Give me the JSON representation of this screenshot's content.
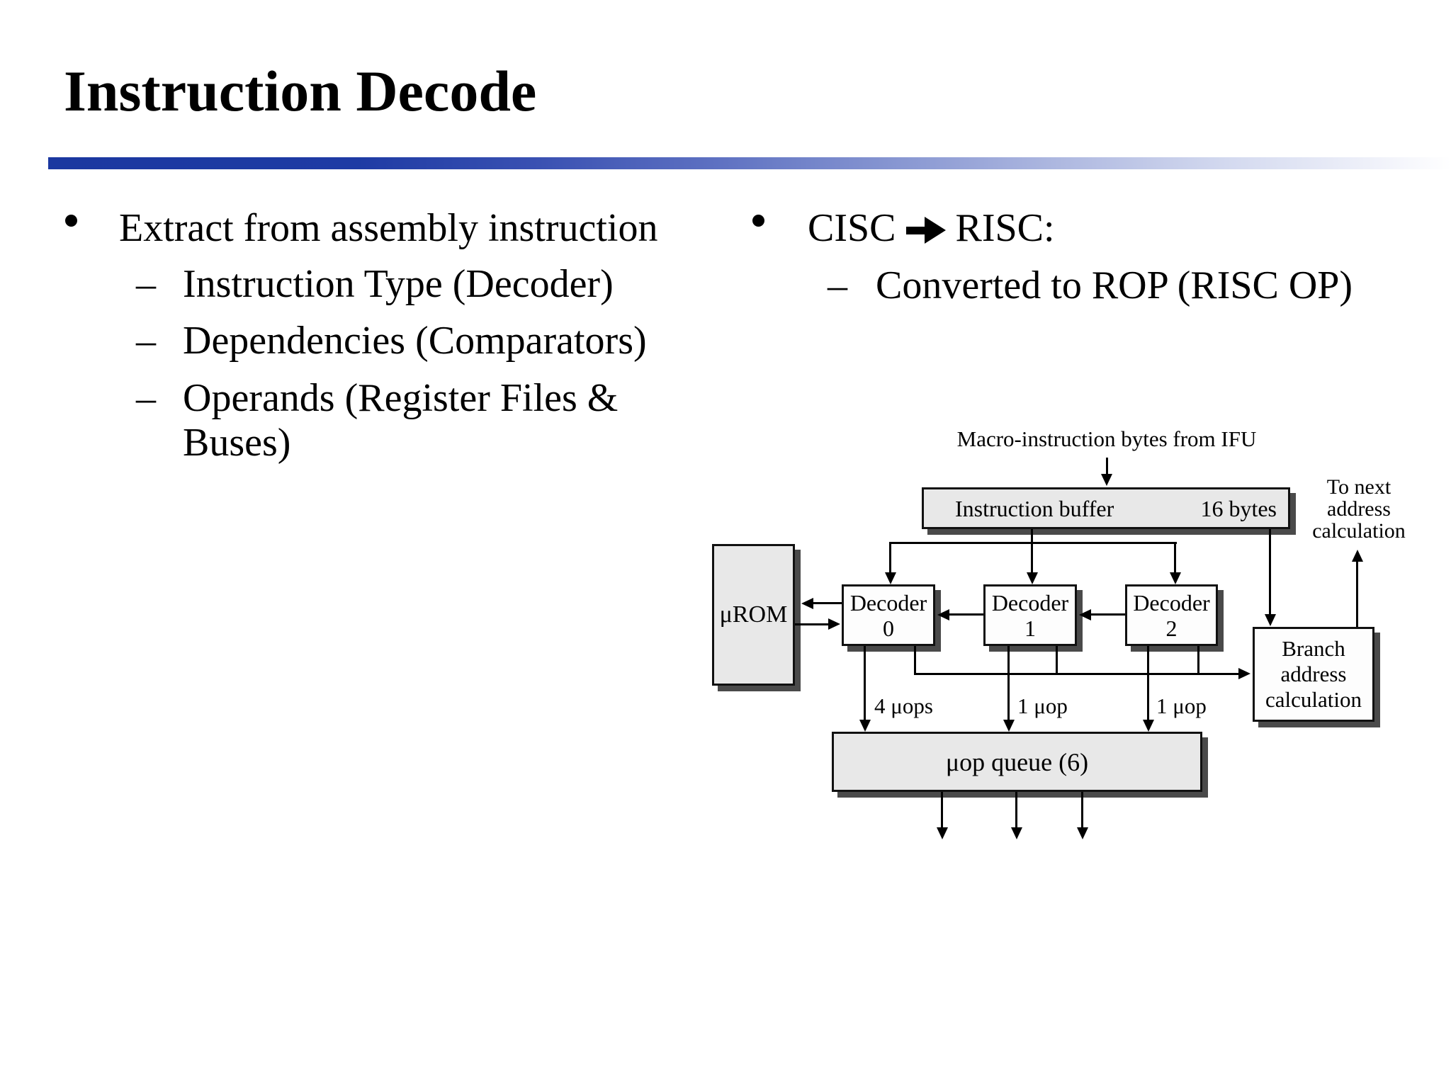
{
  "title": "Instruction Decode",
  "accent_bar": {
    "color_start": "#1b38a0",
    "color_end": "#ffffff"
  },
  "left_column": {
    "bullet_text": "Extract from assembly instruction",
    "dash": "–",
    "sub_bullets": [
      "Instruction Type (Decoder)",
      "Dependencies (Comparators)",
      "Operands (Register Files &"
    ],
    "wrap_line": "Buses)"
  },
  "right_column": {
    "bullet_before_arrow": "CISC",
    "arrow_icon": "thick-right-arrow",
    "bullet_after_arrow": "RISC:",
    "dash": "–",
    "sub_bullet": "Converted to ROP (RISC OP)"
  },
  "diagram": {
    "top_label": "Macro-instruction bytes from IFU",
    "instruction_buffer": {
      "label": "Instruction buffer",
      "capacity": "16 bytes"
    },
    "to_next_label_lines": [
      "To next",
      "address",
      "calculation"
    ],
    "urom_label": "μROM",
    "decoders": [
      {
        "name": "Decoder",
        "number": "0"
      },
      {
        "name": "Decoder",
        "number": "1"
      },
      {
        "name": "Decoder",
        "number": "2"
      }
    ],
    "branch_box_lines": [
      "Branch",
      "address",
      "calculation"
    ],
    "uop_queue_label": "μop queue (6)",
    "uop_counts": [
      "4 μops",
      "1 μop",
      "1 μop"
    ],
    "colors": {
      "gray_fill": "#e8e8e8",
      "white_fill": "#fdfdfd",
      "shadow": "#4a4a4a",
      "line": "#000000"
    }
  }
}
